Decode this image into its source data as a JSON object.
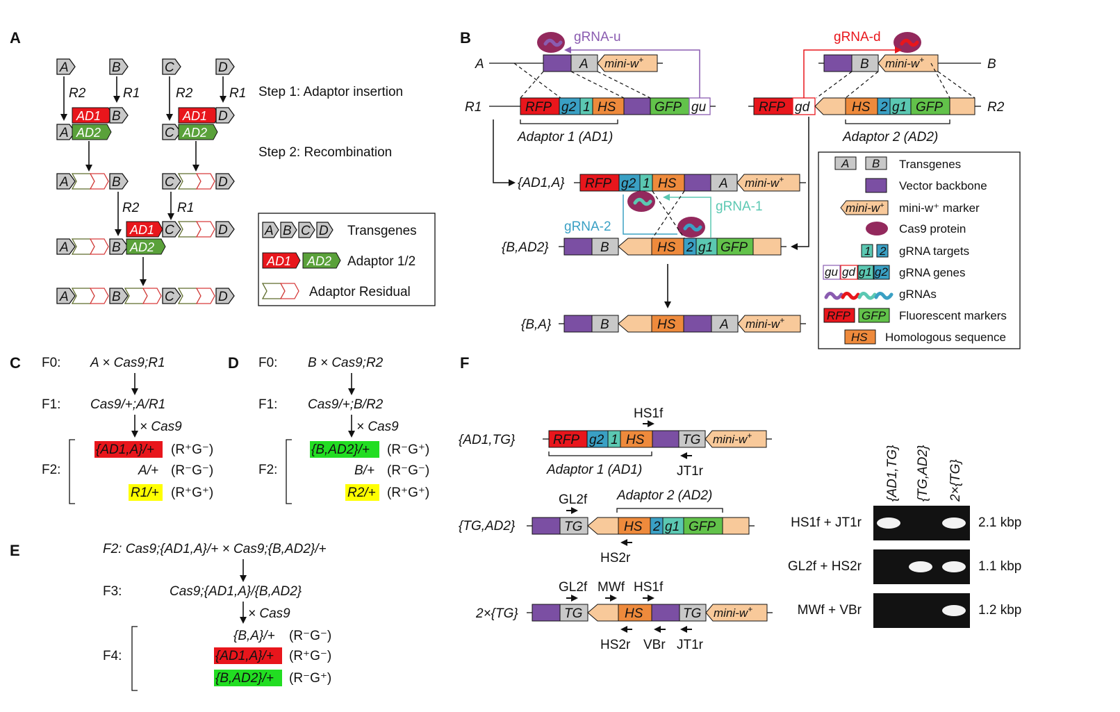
{
  "panels": {
    "a": "A",
    "b": "B",
    "c": "C",
    "d": "D",
    "e": "E",
    "f": "F"
  },
  "panel_a": {
    "transgenes": [
      "A",
      "B",
      "C",
      "D"
    ],
    "r1": "R1",
    "r2": "R2",
    "ad1": "AD1",
    "ad2": "AD2",
    "step1": "Step 1: Adaptor insertion",
    "step2": "Step 2: Recombination",
    "legend": {
      "transgenes": "Transgenes",
      "adaptor": "Adaptor 1/2",
      "residual": "Adaptor Residual"
    }
  },
  "panel_b": {
    "grna_u": "gRNA-u",
    "grna_d": "gRNA-d",
    "grna_1": "gRNA-1",
    "grna_2": "gRNA-2",
    "a": "A",
    "b": "B",
    "r1": "R1",
    "r2": "R2",
    "mini_w": "mini-w",
    "plus": "+",
    "rfp": "RFP",
    "gfp": "GFP",
    "hs": "HS",
    "g1": "g1",
    "g2": "g2",
    "t1": "1",
    "t2": "2",
    "gu": "gu",
    "gd": "gd",
    "adaptor1": "Adaptor 1 (AD1)",
    "adaptor2": "Adaptor 2 (AD2)",
    "ad1a": "{AD1,A}",
    "bad2": "{B,AD2}",
    "ba": "{B,A}",
    "legend": [
      {
        "label": "Transgenes"
      },
      {
        "label": "Vector backbone"
      },
      {
        "label": "mini-w⁺ marker"
      },
      {
        "label": "Cas9 protein"
      },
      {
        "label": "gRNA targets"
      },
      {
        "label": "gRNA genes"
      },
      {
        "label": "gRNAs"
      },
      {
        "label": "Fluorescent markers"
      },
      {
        "label": "Homologous sequence"
      }
    ]
  },
  "panel_c": {
    "f0": "F0:",
    "f1": "F1:",
    "f2": "F2:",
    "cross0": "A × Cas9;R1",
    "cross1": "Cas9/+;A/R1",
    "x": "× Cas9",
    "r1_left": "{AD1,A}/+",
    "r1_right": "(R⁺G⁻)",
    "r2_left": "A/+",
    "r2_right": "(R⁻G⁻)",
    "r3_left": "R1/+",
    "r3_right": "(R⁺G⁺)"
  },
  "panel_d": {
    "f0": "F0:",
    "f1": "F1:",
    "f2": "F2:",
    "cross0": "B × Cas9;R2",
    "cross1": "Cas9/+;B/R2",
    "x": "× Cas9",
    "r1_left": "{B,AD2}/+",
    "r1_right": "(R⁻G⁺)",
    "r2_left": "B/+",
    "r2_right": "(R⁻G⁻)",
    "r3_left": "R2/+",
    "r3_right": "(R⁺G⁺)"
  },
  "panel_e": {
    "f2": "F2: Cas9;{AD1,A}/+ × Cas9;{B,AD2}/+",
    "f3_lab": "F3:",
    "f3": "Cas9;{AD1,A}/{B,AD2}",
    "x": "× Cas9",
    "f4": "F4:",
    "r1_left": "{B,A}/+",
    "r1_right": "(R⁻G⁻)",
    "r2_left": "{AD1,A}/+",
    "r2_right": "(R⁺G⁻)",
    "r3_left": "{B,AD2}/+",
    "r3_right": "(R⁻G⁺)"
  },
  "panel_f": {
    "c1": "{AD1,TG}",
    "c2": "{TG,AD2}",
    "c3": "2×{TG}",
    "tg": "TG",
    "hs1f": "HS1f",
    "jt1r": "JT1r",
    "gl2f": "GL2f",
    "hs2r": "HS2r",
    "mwf": "MWf",
    "vbr": "VBr",
    "adaptor1": "Adaptor 1 (AD1)",
    "adaptor2": "Adaptor 2 (AD2)",
    "gel_lanes": [
      "{AD1,TG}",
      "{TG,AD2}",
      "2×{TG}"
    ],
    "gel_rows": [
      {
        "primers": "HS1f + JT1r",
        "size": "2.1 kbp",
        "bands": [
          1,
          0,
          1
        ]
      },
      {
        "primers": "GL2f + HS2r",
        "size": "1.1 kbp",
        "bands": [
          0,
          1,
          1
        ]
      },
      {
        "primers": "MWf + VBr",
        "size": "1.2 kbp",
        "bands": [
          0,
          0,
          1
        ]
      }
    ]
  }
}
